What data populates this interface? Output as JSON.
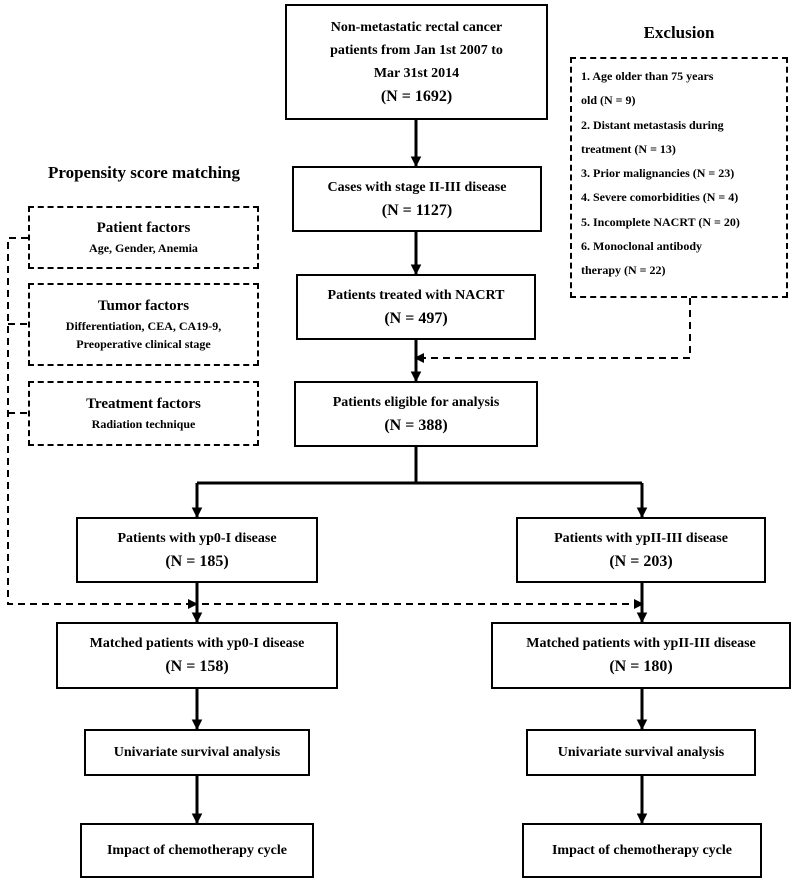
{
  "boxes": {
    "start": {
      "lines": [
        "Non-metastatic rectal cancer",
        "patients from Jan 1st 2007 to",
        "Mar 31st 2014"
      ],
      "n": "(N = 1692)"
    },
    "stage": {
      "text": "Cases with stage II-III disease",
      "n": "(N = 1127)"
    },
    "nacrt": {
      "text": "Patients treated with NACRT",
      "n": "(N = 497)"
    },
    "eligible": {
      "text": "Patients eligible for analysis",
      "n": "(N = 388)"
    },
    "yp0": {
      "text": "Patients with yp0-I disease",
      "n": "(N = 185)"
    },
    "yp23": {
      "text": "Patients with ypII-III disease",
      "n": "(N = 203)"
    },
    "matched0": {
      "text": "Matched patients with yp0-I disease",
      "n": "(N = 158)"
    },
    "matched23": {
      "text": "Matched patients with ypII-III disease",
      "n": "(N = 180)"
    },
    "univ_left": {
      "text": "Univariate survival analysis"
    },
    "univ_right": {
      "text": "Univariate survival analysis"
    },
    "impact_left": {
      "text": "Impact of chemotherapy cycle"
    },
    "impact_right": {
      "text": "Impact of chemotherapy cycle"
    }
  },
  "exclusion": {
    "title": "Exclusion",
    "lines": [
      "1. Age older than 75 years",
      "old (N = 9)",
      "2. Distant metastasis during",
      "treatment (N = 13)",
      "3. Prior malignancies (N = 23)",
      "4. Severe comorbidities (N = 4)",
      "5. Incomplete NACRT (N = 20)",
      "6. Monoclonal antibody",
      "therapy (N = 22)"
    ]
  },
  "psm": {
    "title": "Propensity score matching",
    "factors": [
      {
        "title": "Patient factors",
        "lines": [
          "Age, Gender, Anemia"
        ]
      },
      {
        "title": "Tumor factors",
        "lines": [
          "Differentiation, CEA, CA19-9,",
          "Preoperative clinical stage"
        ]
      },
      {
        "title": "Treatment factors",
        "lines": [
          "Radiation technique"
        ]
      }
    ]
  }
}
